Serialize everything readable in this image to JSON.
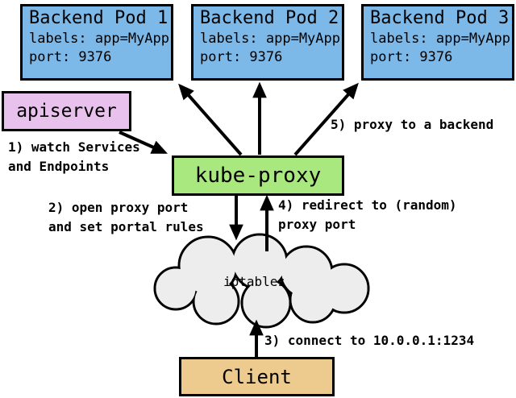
{
  "colors": {
    "pod_fill": "#7cb8e8",
    "apiserver_fill": "#e9c1ed",
    "kube_proxy_fill": "#a8e87e",
    "client_fill": "#edca8d",
    "cloud_fill": "#ededed",
    "stroke": "#000000"
  },
  "pods": [
    {
      "title": "Backend Pod 1",
      "labels": "labels: app=MyApp",
      "port": "port: 9376"
    },
    {
      "title": "Backend Pod 2",
      "labels": "labels: app=MyApp",
      "port": "port: 9376"
    },
    {
      "title": "Backend Pod 3",
      "labels": "labels: app=MyApp",
      "port": "port: 9376"
    }
  ],
  "nodes": {
    "apiserver": "apiserver",
    "kube_proxy": "kube-proxy",
    "cloud": "iptables",
    "client": "Client"
  },
  "steps": {
    "s1": "1) watch Services\nand Endpoints",
    "s2": "2) open proxy port\nand set portal rules",
    "s3": "3) connect to 10.0.0.1:1234",
    "s4": "4) redirect to (random)\nproxy port",
    "s5": "5) proxy to a backend"
  }
}
